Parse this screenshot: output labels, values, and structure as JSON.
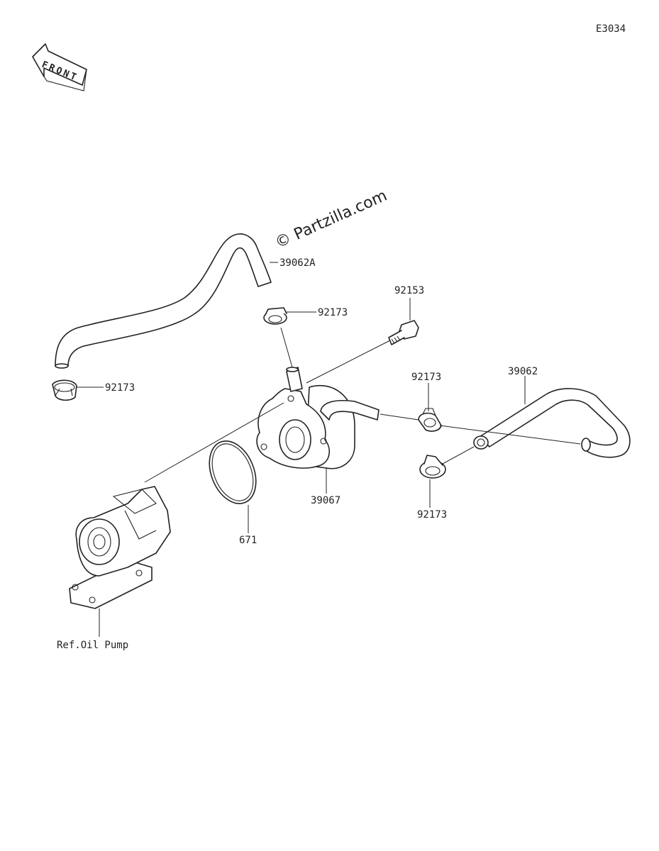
{
  "diagram_code": "E3034",
  "front_label": "FRONT",
  "watermark": "© Partzilla.com",
  "callouts": {
    "hose_upper": "39062A",
    "clamp_upper": "92173",
    "clamp_left": "92173",
    "bolt": "92153",
    "clamp_mid": "92173",
    "hose_right": "39062",
    "clamp_lower": "92173",
    "oil_cooler": "39067",
    "o_ring": "671",
    "ref_oil_pump": "Ref.Oil Pump"
  },
  "icons": {
    "front_arrow": "front-arrow-icon"
  }
}
